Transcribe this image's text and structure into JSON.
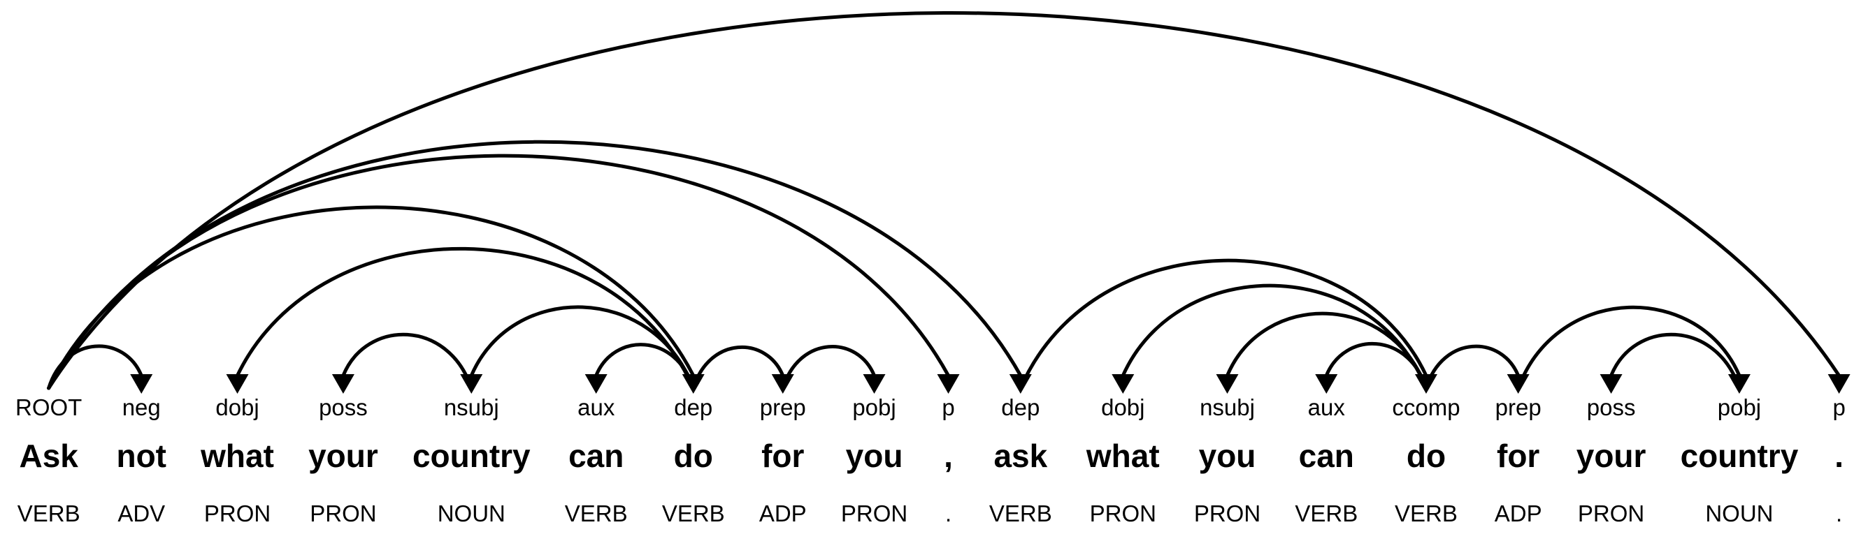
{
  "figure": {
    "type": "dependency-parse",
    "sentence": "Ask not what your country can do for you , ask what you can do for your country .",
    "background_color": "#ffffff",
    "line_color": "#000000",
    "text_color": "#000000"
  },
  "parse": {
    "tokens": [
      {
        "word": "Ask",
        "pos": "VERB",
        "label": "ROOT",
        "head": -1
      },
      {
        "word": "not",
        "pos": "ADV",
        "label": "neg",
        "head": 0
      },
      {
        "word": "what",
        "pos": "PRON",
        "label": "dobj",
        "head": 6
      },
      {
        "word": "your",
        "pos": "PRON",
        "label": "poss",
        "head": 4
      },
      {
        "word": "country",
        "pos": "NOUN",
        "label": "nsubj",
        "head": 6
      },
      {
        "word": "can",
        "pos": "VERB",
        "label": "aux",
        "head": 6
      },
      {
        "word": "do",
        "pos": "VERB",
        "label": "dep",
        "head": 0
      },
      {
        "word": "for",
        "pos": "ADP",
        "label": "prep",
        "head": 6
      },
      {
        "word": "you",
        "pos": "PRON",
        "label": "pobj",
        "head": 7
      },
      {
        "word": ",",
        "pos": ".",
        "label": "p",
        "head": 0
      },
      {
        "word": "ask",
        "pos": "VERB",
        "label": "dep",
        "head": 0
      },
      {
        "word": "what",
        "pos": "PRON",
        "label": "dobj",
        "head": 14
      },
      {
        "word": "you",
        "pos": "PRON",
        "label": "nsubj",
        "head": 14
      },
      {
        "word": "can",
        "pos": "VERB",
        "label": "aux",
        "head": 14
      },
      {
        "word": "do",
        "pos": "VERB",
        "label": "ccomp",
        "head": 10
      },
      {
        "word": "for",
        "pos": "ADP",
        "label": "prep",
        "head": 14
      },
      {
        "word": "your",
        "pos": "PRON",
        "label": "poss",
        "head": 17
      },
      {
        "word": "country",
        "pos": "NOUN",
        "label": "pobj",
        "head": 15
      },
      {
        "word": ".",
        "pos": ".",
        "label": "p",
        "head": 0
      }
    ]
  }
}
